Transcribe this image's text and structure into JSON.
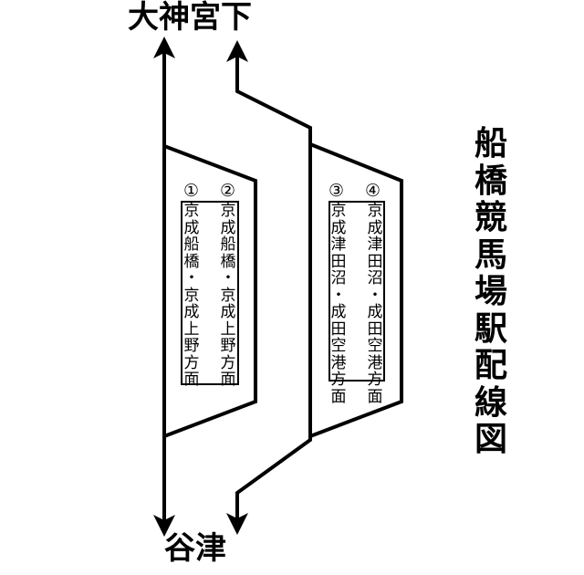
{
  "diagram": {
    "title": "船橋競馬場駅配線図",
    "direction_top": "大神宮下",
    "direction_bottom": "谷津",
    "tracks": [
      {
        "number": "①",
        "destination": "京成船橋・京成上野方面"
      },
      {
        "number": "②",
        "destination": "京成船橋・京成上野方面"
      },
      {
        "number": "③",
        "destination": "京成津田沼・成田空港方面"
      },
      {
        "number": "④",
        "destination": "京成津田沼・成田空港方面"
      }
    ]
  }
}
